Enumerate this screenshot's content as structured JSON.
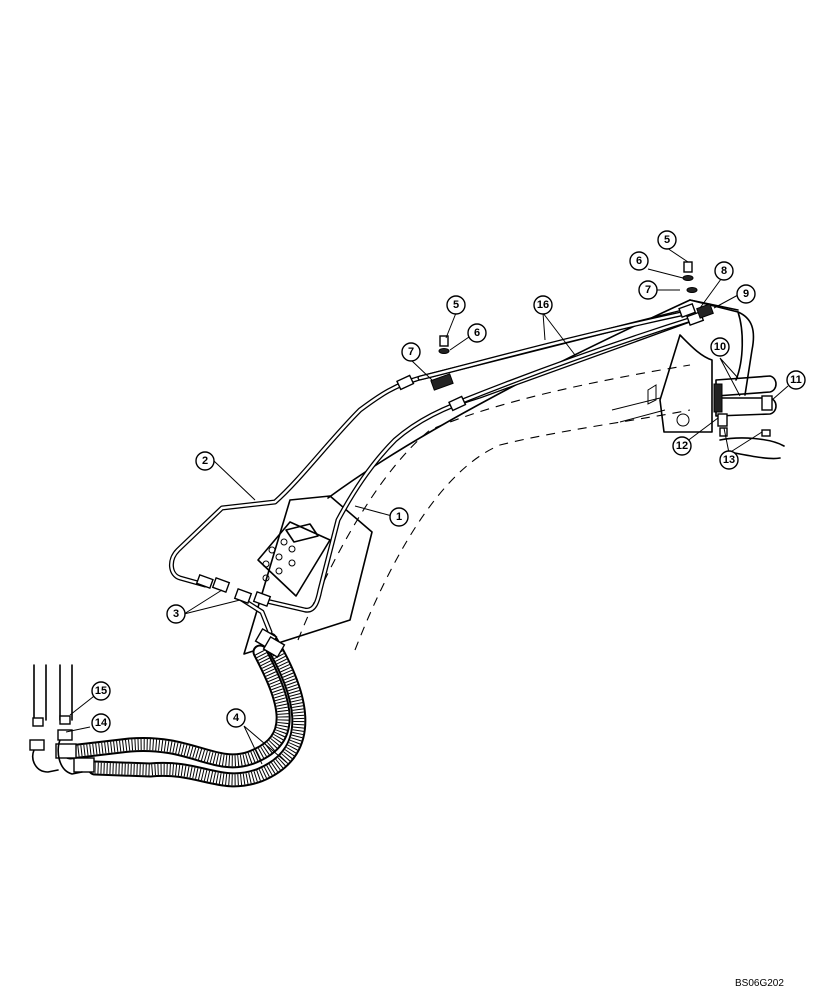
{
  "diagram": {
    "drawing_code": "BS06G202",
    "callouts": [
      "1",
      "2",
      "3",
      "4",
      "5",
      "5",
      "6",
      "6",
      "7",
      "7",
      "8",
      "9",
      "10",
      "11",
      "12",
      "13",
      "14",
      "15",
      "16"
    ]
  }
}
